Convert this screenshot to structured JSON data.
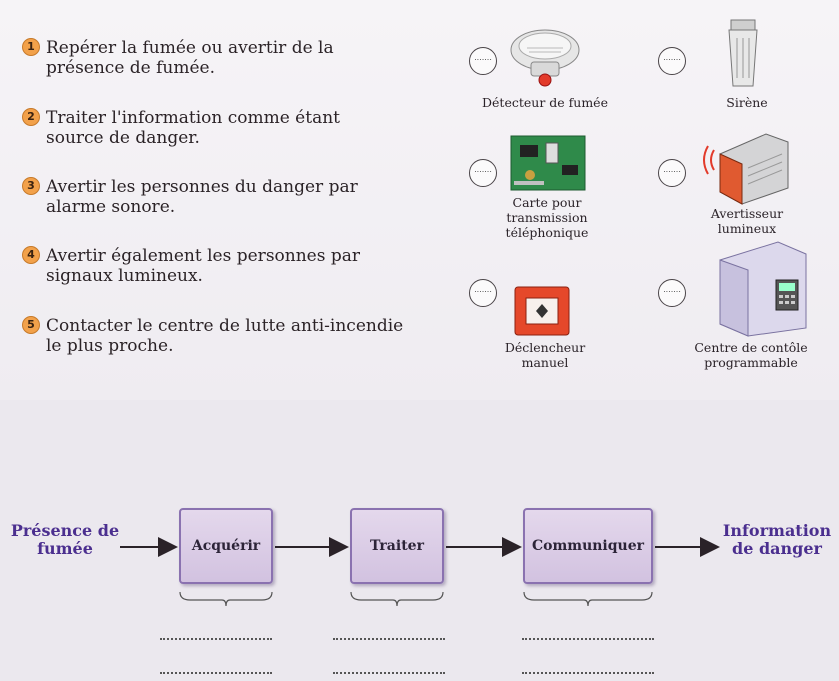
{
  "tasks": [
    {
      "number": "1",
      "text": "Repérer la fumée ou avertir de la présence de fumée."
    },
    {
      "number": "2",
      "text": "Traiter l'information comme étant source de danger."
    },
    {
      "number": "3",
      "text": "Avertir les personnes du danger par alarme sonore."
    },
    {
      "number": "4",
      "text": "Avertir également les personnes par signaux lumineux."
    },
    {
      "number": "5",
      "text": "Contacter le centre de lutte anti-incendie le plus proche."
    }
  ],
  "components": {
    "blank_slot": ".......",
    "smoke_detector": "Détecteur de fumée",
    "siren": "Sirène",
    "phone_card": "Carte pour transmission téléphonique",
    "light_signal": "Avertisseur lumineux",
    "manual_trigger": "Déclencheur manuel",
    "control_center": "Centre de contôle programmable"
  },
  "chain": {
    "input_label": "Présence de fumée",
    "output_label": "Information de danger",
    "blocks": [
      "Acquérir",
      "Traiter",
      "Communiquer"
    ]
  },
  "colors": {
    "accent": "#4b2f8f",
    "badge": "#f2a14a",
    "block_fill": "#d9cbe5",
    "block_border": "#8a72b0"
  }
}
